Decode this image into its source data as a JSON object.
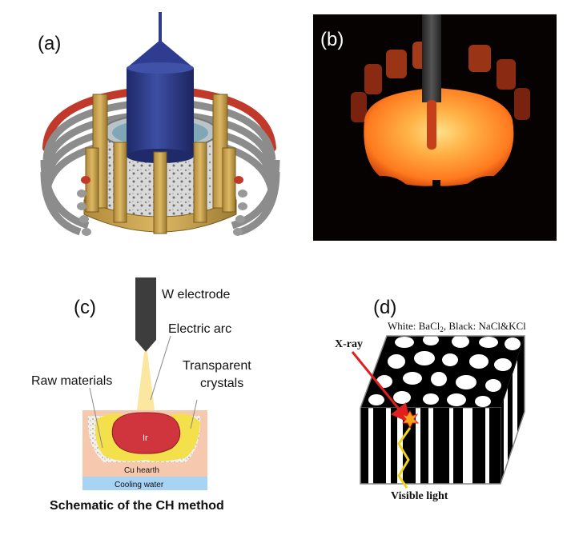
{
  "panels": {
    "a": {
      "label": "(a)"
    },
    "b": {
      "label": "(b)"
    },
    "c": {
      "label": "(c)",
      "electrode": "W electrode",
      "arc": "Electric arc",
      "transparent_1": "Transparent",
      "transparent_2": "crystals",
      "raw": "Raw materials",
      "melt": "Ir",
      "hearth": "Cu hearth",
      "cooling": "Cooling water",
      "caption": "Schematic of the CH method"
    },
    "d": {
      "label": "(d)",
      "legend_prefix": "White: BaCl",
      "legend_sub": "2",
      "legend_suffix": ", Black: NaCl&KCl",
      "xray": "X-ray",
      "visible": "Visible light"
    }
  },
  "colors": {
    "electrode_blue": "#2e3b8a",
    "coil_red": "#c0392b",
    "gold": "#c8a04a",
    "furnace_orange": "#ff8a2a",
    "hearth_pink": "#f6c9ae",
    "cooling_blue": "#a9d3f2",
    "melt_red": "#d0353e",
    "arc_yellow": "#fbe7a0",
    "crystal_yellow": "#f4e04a"
  }
}
